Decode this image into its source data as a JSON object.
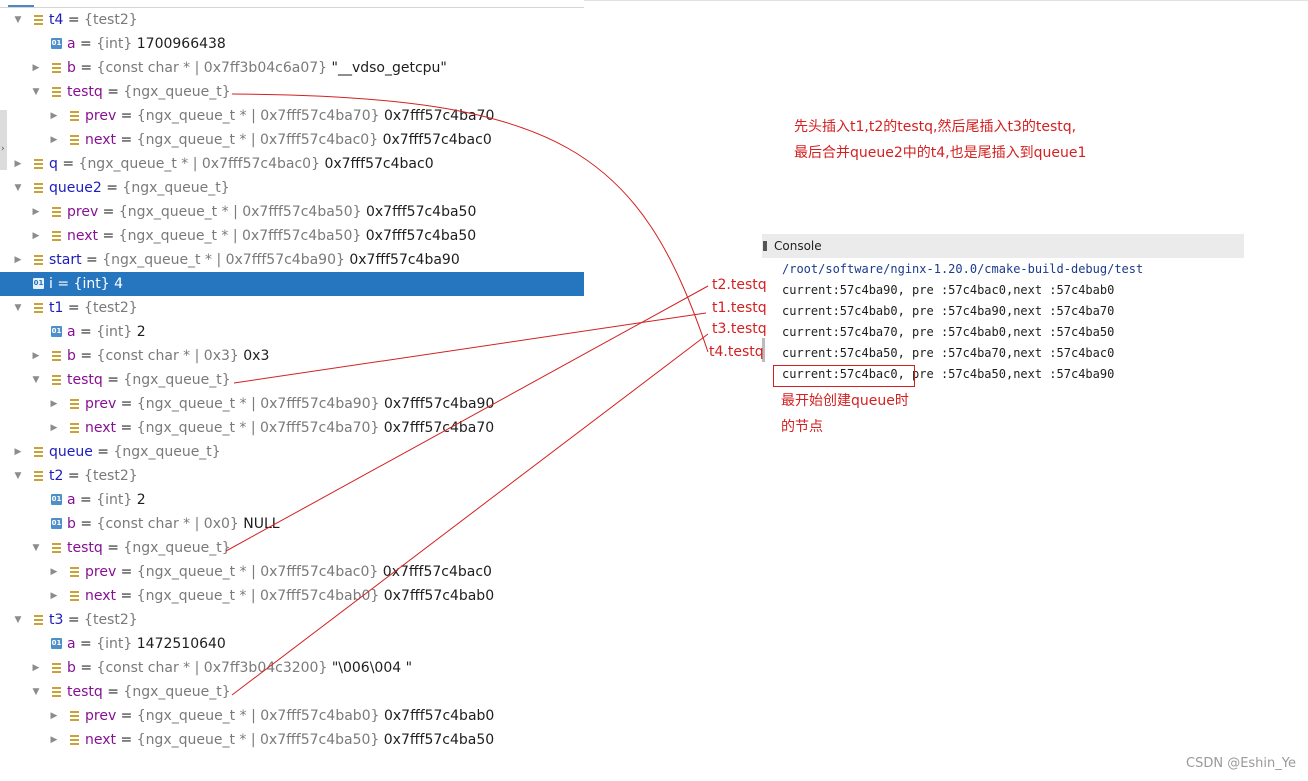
{
  "variables": [
    {
      "depth": 0,
      "toggle": "down",
      "icon": "struct",
      "top": true,
      "name": "t4",
      "type": "{test2}",
      "value": ""
    },
    {
      "depth": 1,
      "toggle": "",
      "icon": "prim",
      "top": false,
      "name": "a",
      "type": "{int}",
      "value": "1700966438"
    },
    {
      "depth": 1,
      "toggle": "right",
      "icon": "struct",
      "top": false,
      "name": "b",
      "type": "{const char * | 0x7ff3b04c6a07}",
      "value": "\"__vdso_getcpu\""
    },
    {
      "depth": 1,
      "toggle": "down",
      "icon": "struct",
      "top": false,
      "name": "testq",
      "type": "{ngx_queue_t}",
      "value": ""
    },
    {
      "depth": 2,
      "toggle": "right",
      "icon": "struct",
      "top": false,
      "name": "prev",
      "type": "{ngx_queue_t * | 0x7fff57c4ba70}",
      "value": "0x7fff57c4ba70"
    },
    {
      "depth": 2,
      "toggle": "right",
      "icon": "struct",
      "top": false,
      "name": "next",
      "type": "{ngx_queue_t * | 0x7fff57c4bac0}",
      "value": "0x7fff57c4bac0"
    },
    {
      "depth": 0,
      "toggle": "right",
      "icon": "struct",
      "top": true,
      "name": "q",
      "type": "{ngx_queue_t * | 0x7fff57c4bac0}",
      "value": "0x7fff57c4bac0"
    },
    {
      "depth": 0,
      "toggle": "down",
      "icon": "struct",
      "top": true,
      "name": "queue2",
      "type": "{ngx_queue_t}",
      "value": ""
    },
    {
      "depth": 1,
      "toggle": "right",
      "icon": "struct",
      "top": false,
      "name": "prev",
      "type": "{ngx_queue_t * | 0x7fff57c4ba50}",
      "value": "0x7fff57c4ba50"
    },
    {
      "depth": 1,
      "toggle": "right",
      "icon": "struct",
      "top": false,
      "name": "next",
      "type": "{ngx_queue_t * | 0x7fff57c4ba50}",
      "value": "0x7fff57c4ba50"
    },
    {
      "depth": 0,
      "toggle": "right",
      "icon": "struct",
      "top": true,
      "name": "start",
      "type": "{ngx_queue_t * | 0x7fff57c4ba90}",
      "value": "0x7fff57c4ba90"
    },
    {
      "depth": 0,
      "toggle": "",
      "icon": "prim",
      "top": true,
      "name": "i",
      "type": "{int}",
      "value": "4",
      "selected": true
    },
    {
      "depth": 0,
      "toggle": "down",
      "icon": "struct",
      "top": true,
      "name": "t1",
      "type": "{test2}",
      "value": ""
    },
    {
      "depth": 1,
      "toggle": "",
      "icon": "prim",
      "top": false,
      "name": "a",
      "type": "{int}",
      "value": "2"
    },
    {
      "depth": 1,
      "toggle": "right",
      "icon": "struct",
      "top": false,
      "name": "b",
      "type": "{const char * | 0x3}",
      "value": "0x3"
    },
    {
      "depth": 1,
      "toggle": "down",
      "icon": "struct",
      "top": false,
      "name": "testq",
      "type": "{ngx_queue_t}",
      "value": ""
    },
    {
      "depth": 2,
      "toggle": "right",
      "icon": "struct",
      "top": false,
      "name": "prev",
      "type": "{ngx_queue_t * | 0x7fff57c4ba90}",
      "value": "0x7fff57c4ba90"
    },
    {
      "depth": 2,
      "toggle": "right",
      "icon": "struct",
      "top": false,
      "name": "next",
      "type": "{ngx_queue_t * | 0x7fff57c4ba70}",
      "value": "0x7fff57c4ba70"
    },
    {
      "depth": 0,
      "toggle": "right",
      "icon": "struct",
      "top": true,
      "name": "queue",
      "type": "{ngx_queue_t}",
      "value": ""
    },
    {
      "depth": 0,
      "toggle": "down",
      "icon": "struct",
      "top": true,
      "name": "t2",
      "type": "{test2}",
      "value": ""
    },
    {
      "depth": 1,
      "toggle": "",
      "icon": "prim",
      "top": false,
      "name": "a",
      "type": "{int}",
      "value": "2"
    },
    {
      "depth": 1,
      "toggle": "",
      "icon": "prim",
      "top": false,
      "name": "b",
      "type": "{const char * | 0x0}",
      "value": "NULL"
    },
    {
      "depth": 1,
      "toggle": "down",
      "icon": "struct",
      "top": false,
      "name": "testq",
      "type": "{ngx_queue_t}",
      "value": ""
    },
    {
      "depth": 2,
      "toggle": "right",
      "icon": "struct",
      "top": false,
      "name": "prev",
      "type": "{ngx_queue_t * | 0x7fff57c4bac0}",
      "value": "0x7fff57c4bac0"
    },
    {
      "depth": 2,
      "toggle": "right",
      "icon": "struct",
      "top": false,
      "name": "next",
      "type": "{ngx_queue_t * | 0x7fff57c4bab0}",
      "value": "0x7fff57c4bab0"
    },
    {
      "depth": 0,
      "toggle": "down",
      "icon": "struct",
      "top": true,
      "name": "t3",
      "type": "{test2}",
      "value": ""
    },
    {
      "depth": 1,
      "toggle": "",
      "icon": "prim",
      "top": false,
      "name": "a",
      "type": "{int}",
      "value": "1472510640"
    },
    {
      "depth": 1,
      "toggle": "right",
      "icon": "struct",
      "top": false,
      "name": "b",
      "type": "{const char * | 0x7ff3b04c3200}",
      "value": "\"\\006\\004 \""
    },
    {
      "depth": 1,
      "toggle": "down",
      "icon": "struct",
      "top": false,
      "name": "testq",
      "type": "{ngx_queue_t}",
      "value": ""
    },
    {
      "depth": 2,
      "toggle": "right",
      "icon": "struct",
      "top": false,
      "name": "prev",
      "type": "{ngx_queue_t * | 0x7fff57c4bab0}",
      "value": "0x7fff57c4bab0"
    },
    {
      "depth": 2,
      "toggle": "right",
      "icon": "struct",
      "top": false,
      "name": "next",
      "type": "{ngx_queue_t * | 0x7fff57c4ba50}",
      "value": "0x7fff57c4ba50"
    }
  ],
  "annotation": {
    "line1": "先头插入t1,t2的testq,然后尾插入t3的testq,",
    "line2": "最后合并queue2中的t4,也是尾插入到queue1",
    "box_note_1": "最开始创建queue时",
    "box_note_2": "的节点"
  },
  "console": {
    "title": "Console",
    "path": "/root/software/nginx-1.20.0/cmake-build-debug/test",
    "lines": [
      "current:57c4ba90, pre :57c4bac0,next :57c4bab0",
      "current:57c4bab0, pre :57c4ba90,next :57c4ba70",
      "current:57c4ba70, pre :57c4bab0,next :57c4ba50",
      "current:57c4ba50, pre :57c4ba70,next :57c4bac0",
      "current:57c4bac0, pre :57c4ba50,next :57c4ba90"
    ]
  },
  "labels": {
    "t2": "t2.testq",
    "t1": "t1.testq",
    "t3": "t3.testq",
    "t4": "t4.testq"
  },
  "colors": {
    "annotation_red": "#d42020",
    "selected_row": "#2675bf",
    "variable_name": "#871094",
    "top_level_name": "#1c1cbc"
  },
  "watermark": "CSDN @Eshin_Ye"
}
